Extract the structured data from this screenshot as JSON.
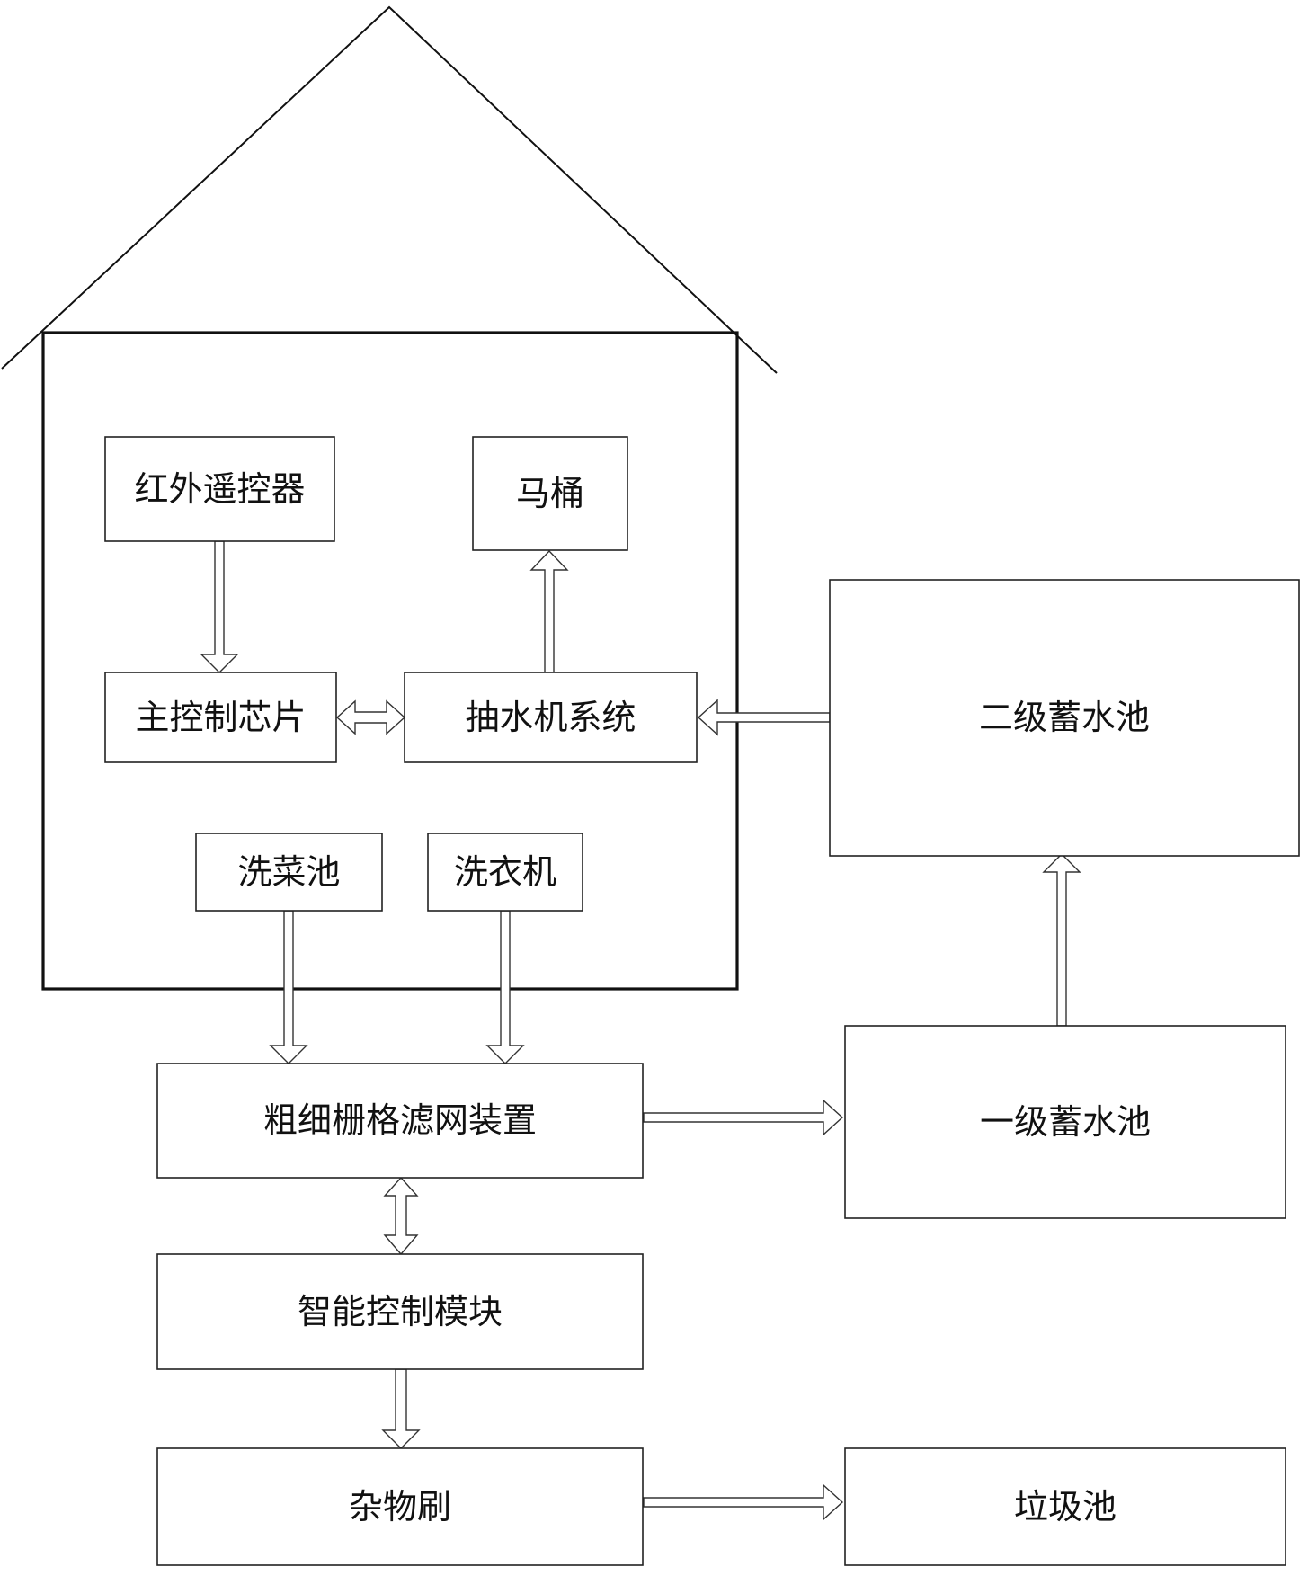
{
  "nodes": {
    "infrared_remote": "红外遥控器",
    "toilet": "马桶",
    "main_chip": "主控制芯片",
    "pump_system": "抽水机系统",
    "secondary_reservoir": "二级蓄水池",
    "sink": "洗菜池",
    "washing_machine": "洗衣机",
    "filter_device": "粗细栅格滤网装置",
    "primary_reservoir": "一级蓄水池",
    "smart_control": "智能控制模块",
    "debris_brush": "杂物刷",
    "garbage_pool": "垃圾池"
  }
}
